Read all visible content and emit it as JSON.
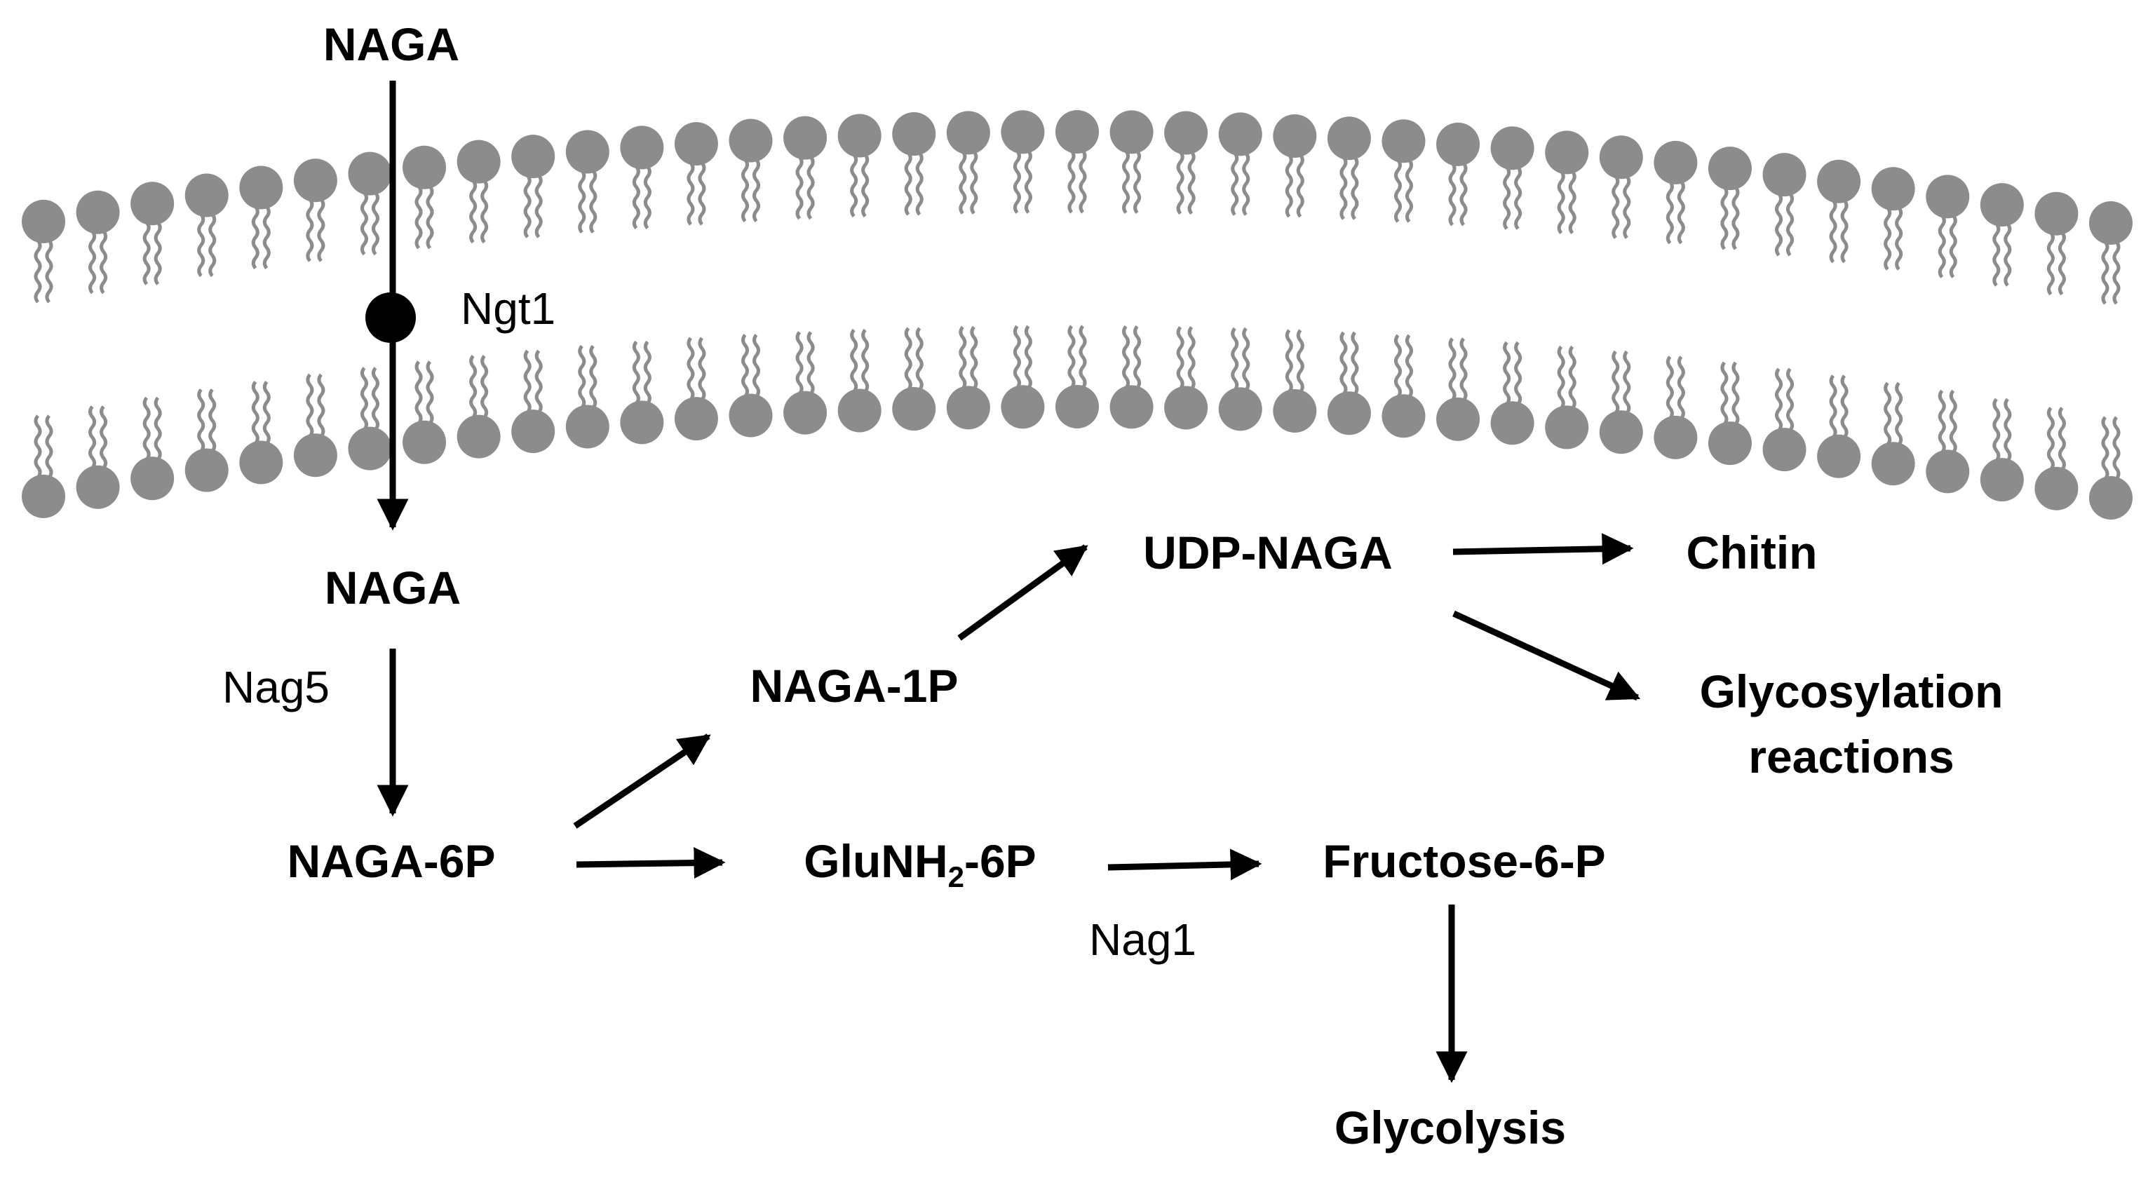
{
  "colors": {
    "membrane": "#8c8c8c",
    "ink": "#000000",
    "background": "#ffffff"
  },
  "metabolites": {
    "naga_out": "NAGA",
    "naga_in": "NAGA",
    "naga_6p": "NAGA-6P",
    "naga_1p": "NAGA-1P",
    "udp_naga": "UDP-NAGA",
    "chitin": "Chitin",
    "glycosylation_line1": "Glycosylation",
    "glycosylation_line2": "reactions",
    "glunh2_6p": {
      "prefix": "GluNH",
      "subscript": "2",
      "suffix": "-6P"
    },
    "fructose_6p": "Fructose-6-P",
    "glycolysis": "Glycolysis"
  },
  "enzymes": {
    "transporter": "Ngt1",
    "nag5": "Nag5",
    "nag1": "Nag1"
  }
}
